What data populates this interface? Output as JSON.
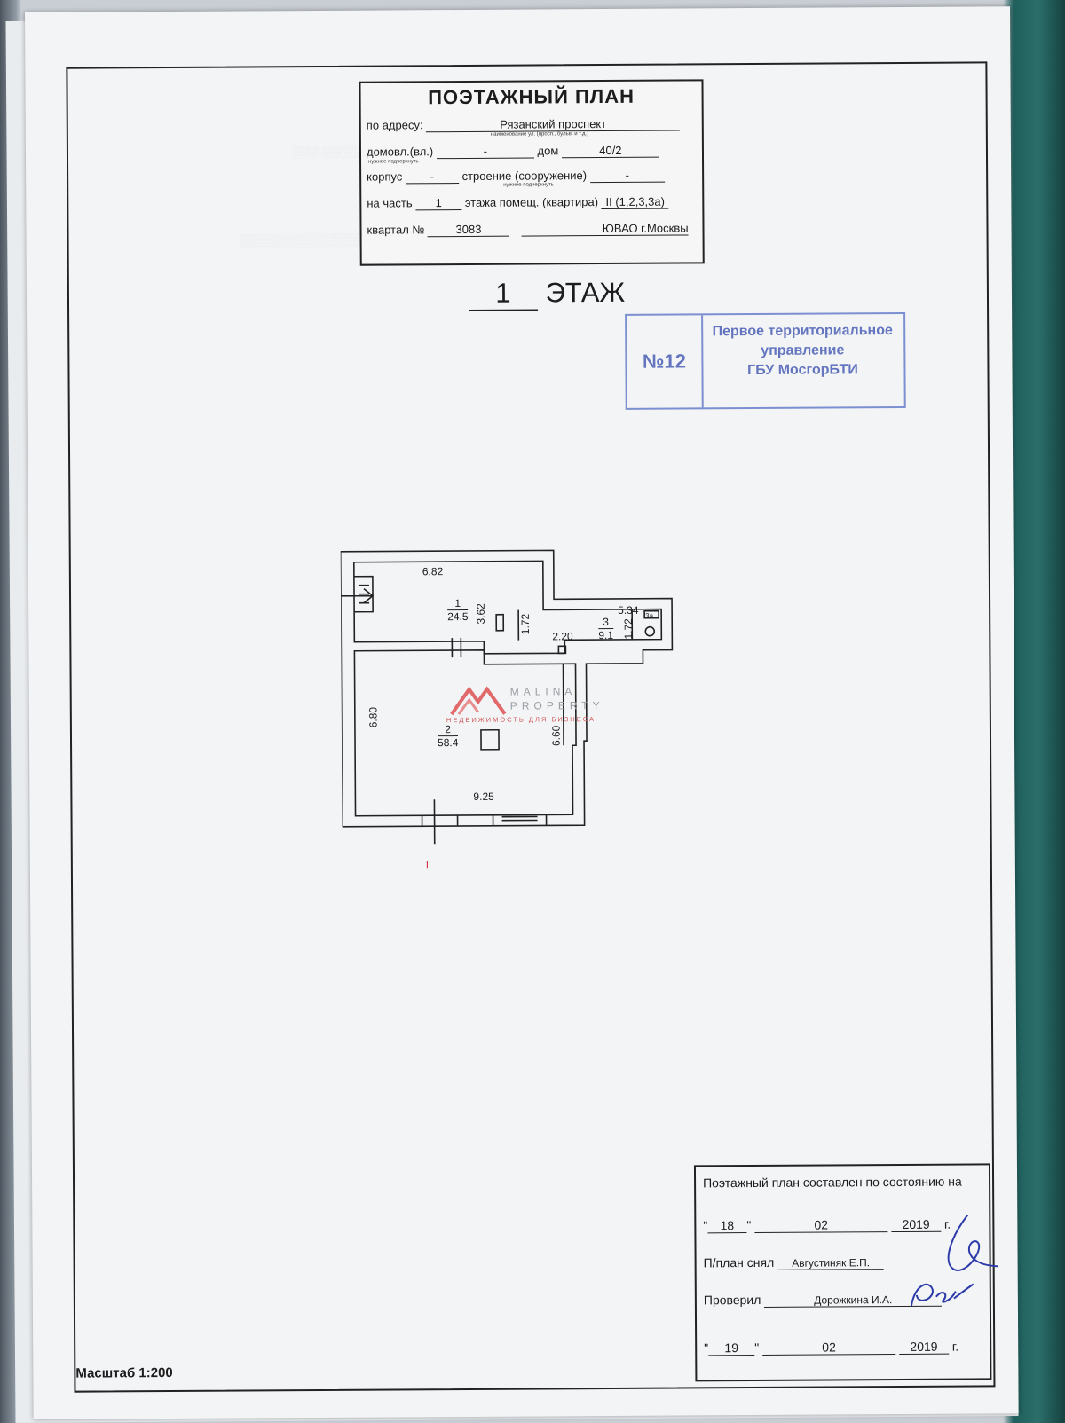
{
  "title_block": {
    "heading": "ПОЭТАЖНЫЙ ПЛАН",
    "address_label": "по адресу:",
    "address_value": "Рязанский проспект",
    "address_hint": "наименование ул. (просп., бульв. и т.д.)",
    "domovl_label": "домовл.(вл.)",
    "domovl_value": "-",
    "domovl_hint": "нужное подчеркнуть",
    "dom_label": "дом",
    "dom_value": "40/2",
    "korpus_label": "корпус",
    "korpus_value": "-",
    "stroenie_label": "строение (сооружение)",
    "stroenie_value": "-",
    "stroenie_hint": "нужное подчеркнуть",
    "part_label": "на часть",
    "part_value": "1",
    "floor_label": "этажа помещ. (квартира)",
    "floor_value": "II (1,2,3,3а)",
    "kvartal_label": "квартал №",
    "kvartal_value": "3083",
    "district_value": "ЮВАО г.Москвы"
  },
  "floor_heading": {
    "number": "1",
    "label": "ЭТАЖ"
  },
  "stamp": {
    "number": "№12",
    "line1": "Первое территориальное",
    "line2": "управление",
    "line3": "ГБУ МосгорБТИ"
  },
  "plan": {
    "dimensions": {
      "room1_width": "6.82",
      "room1_height": "3.62",
      "corridor_height": "1.72",
      "corridor_width": "2.20",
      "room3_width": "5.34",
      "room3_height": "1.72",
      "room2_left": "6.80",
      "room2_right": "6.60",
      "room2_width": "9.25"
    },
    "rooms": [
      {
        "number": "1",
        "area": "24.5"
      },
      {
        "number": "2",
        "area": "58.4"
      },
      {
        "number": "3",
        "area": "9.1"
      },
      {
        "number": "3а",
        "area": ""
      }
    ],
    "section_mark": "II"
  },
  "watermark": {
    "line1": "MALINA",
    "line2": "PROPERTY",
    "line3": "НЕДВИЖИМОСТЬ ДЛЯ БИЗНЕСА"
  },
  "signature_block": {
    "line1": "Поэтажный план составлен по состоянию на",
    "date1_day": "18",
    "date1_month": "02",
    "date1_year": "2019",
    "date_suffix": "г.",
    "drawn_label": "П/план снял",
    "drawn_name": "Августиняк Е.П.",
    "checked_label": "Проверил",
    "checked_name": "Дорожкина И.А.",
    "date2_day": "19",
    "date2_month": "02",
    "date2_year": "2019"
  },
  "scale": "Масштаб 1:200"
}
